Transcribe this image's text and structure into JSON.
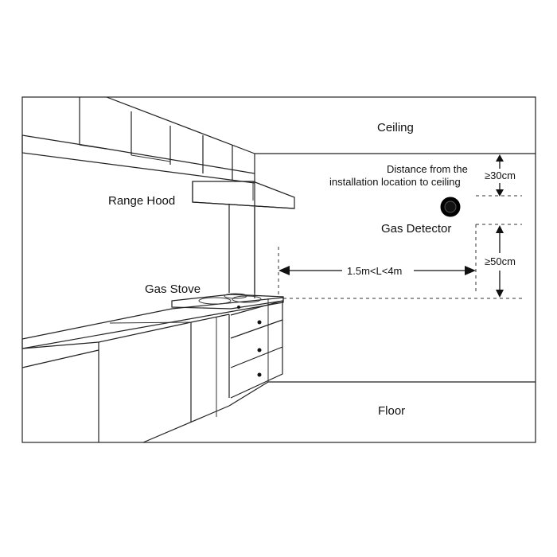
{
  "labels": {
    "ceiling": "Ceiling",
    "floor": "Floor",
    "range_hood": "Range Hood",
    "gas_stove": "Gas Stove",
    "gas_detector": "Gas Detector",
    "distance_line1": "Distance from the",
    "distance_line2": "installation location to ceiling",
    "ceiling_gap": "≥30cm",
    "stove_gap": "≥50cm",
    "horizontal_range": "1.5m<L<4m"
  },
  "colors": {
    "line": "#222222",
    "detector_fill": "#000000",
    "background": "#ffffff"
  }
}
